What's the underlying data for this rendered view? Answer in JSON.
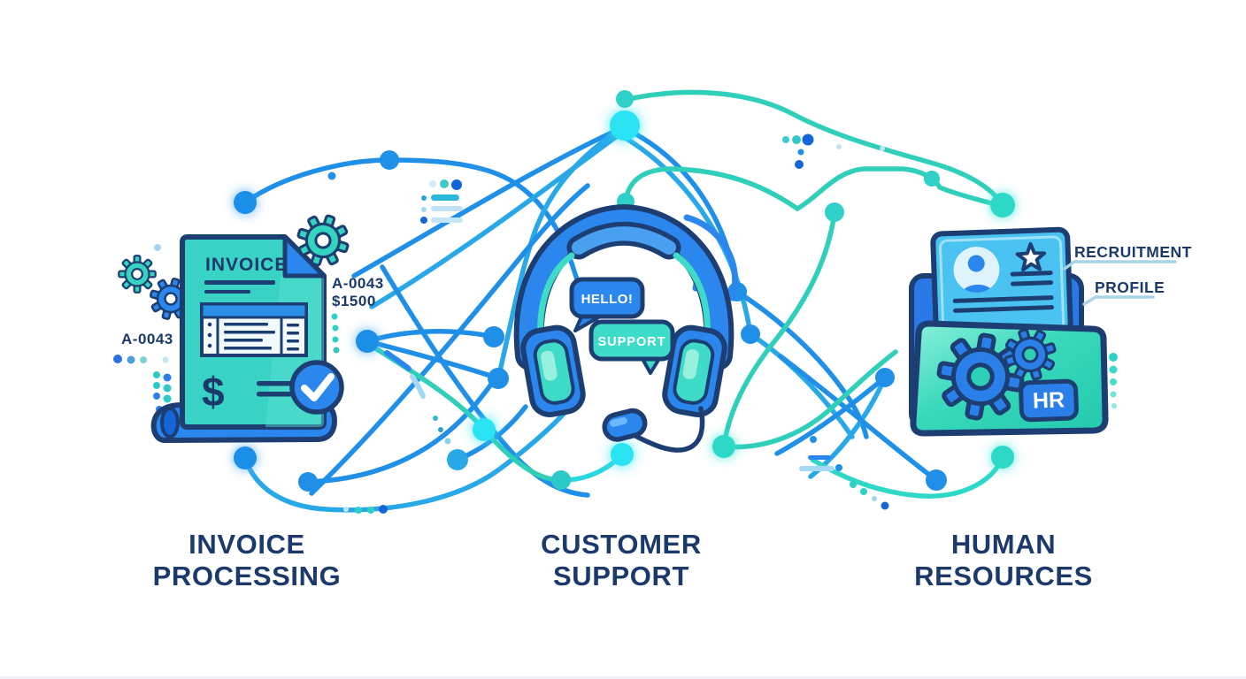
{
  "palette": {
    "navy_outline": "#1c3e73",
    "title_navy": "#1b3a6b",
    "teal": "#35d4c0",
    "teal_line": "#2fcfba",
    "blue": "#2b87ee",
    "line_blue": "#1f8fe8",
    "cyan_glow": "#2ae4f4",
    "light_blue": "#a5d8f2",
    "card_blue": "#4ac3f2",
    "white": "#ffffff"
  },
  "sections": {
    "invoice_processing": {
      "title": "INVOICE\nPROCESSING",
      "document_title": "INVOICE",
      "invoice_number_left": "A-0043",
      "invoice_number_right": "A-0043",
      "invoice_amount": "$1500",
      "currency_symbol": "$"
    },
    "customer_support": {
      "title": "CUSTOMER\nSUPPORT",
      "bubble_hello": "HELLO!",
      "bubble_support": "SUPPORT"
    },
    "human_resources": {
      "title": "HUMAN\nRESOURCES",
      "badge_hr": "HR",
      "label_recruitment": "RECRUITMENT",
      "label_profile": "PROFILE"
    }
  },
  "icons": [
    "invoice-document-icon",
    "scroll-icon",
    "gear-icon",
    "checkmark-icon",
    "dollar-icon",
    "table-icon",
    "headset-icon",
    "headphone-cup-icon",
    "microphone-icon",
    "wifi-signal-icon",
    "chat-bubble-icon",
    "folder-icon",
    "profile-card-icon",
    "avatar-icon",
    "star-icon",
    "hr-badge-icon",
    "network-node",
    "connector-line"
  ]
}
